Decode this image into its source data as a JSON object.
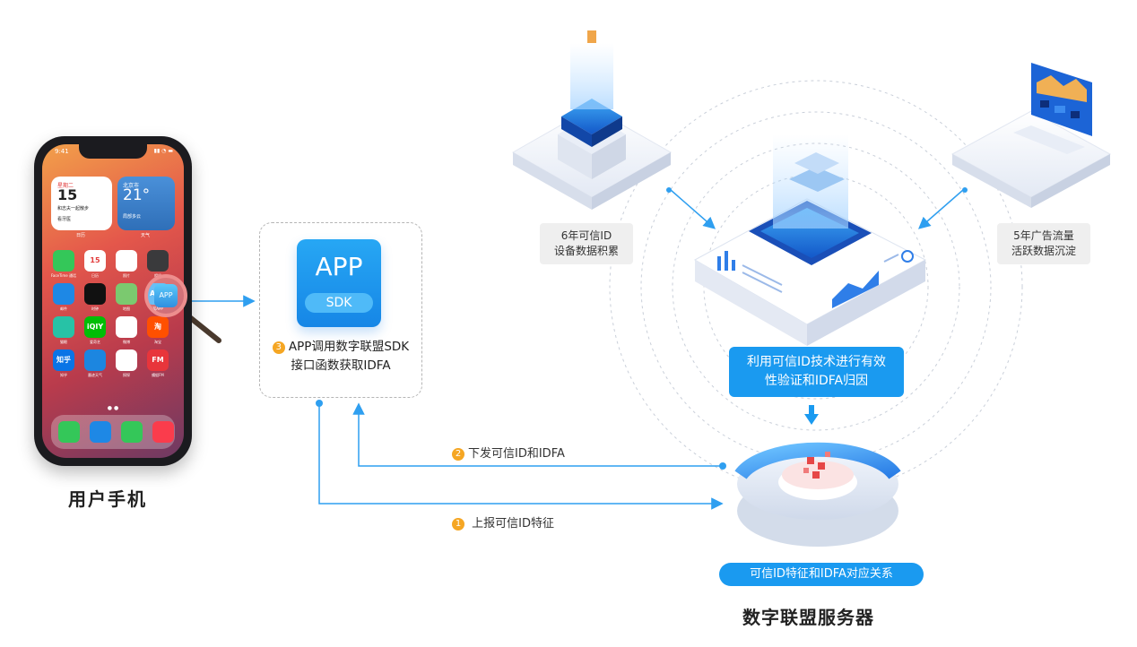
{
  "phone": {
    "status_time": "9:41",
    "calendar_widget": {
      "weekday": "星期二",
      "date": "15",
      "event_1": "和志夫一起散步",
      "event_2": "看牙医",
      "label": "日历"
    },
    "weather_widget": {
      "city": "北京市",
      "temperature": "21°",
      "desc": "局部多云",
      "label": "天气"
    },
    "apps": [
      {
        "glyph": "",
        "label": "FaceTime 通话",
        "color": "#34c759"
      },
      {
        "glyph": "15",
        "label": "日历",
        "color": "#ffffff"
      },
      {
        "glyph": "",
        "label": "照片",
        "color": "#ffffff"
      },
      {
        "glyph": "",
        "label": "相机",
        "color": "#3a3a3c"
      },
      {
        "glyph": "",
        "label": "邮件",
        "color": "#1e88e5"
      },
      {
        "glyph": "",
        "label": "时钟",
        "color": "#111111"
      },
      {
        "glyph": "",
        "label": "地图",
        "color": "#7bc96f"
      },
      {
        "glyph": "APP",
        "label": "某APP",
        "color": "#3aa8f0"
      },
      {
        "glyph": "",
        "label": "猫眼",
        "color": "#27c2a6"
      },
      {
        "glyph": "iQIY",
        "label": "爱奇艺",
        "color": "#00be06"
      },
      {
        "glyph": "",
        "label": "微博",
        "color": "#ffffff"
      },
      {
        "glyph": "淘",
        "label": "淘宝",
        "color": "#ff5000"
      },
      {
        "glyph": "知乎",
        "label": "知乎",
        "color": "#0a74e6"
      },
      {
        "glyph": "",
        "label": "墨迹天气",
        "color": "#1c86e0"
      },
      {
        "glyph": "",
        "label": "探探",
        "color": "#ffffff"
      },
      {
        "glyph": "FM",
        "label": "蜻蜓FM",
        "color": "#e8353b"
      }
    ],
    "dock": [
      {
        "glyph": "",
        "color": "#34c759"
      },
      {
        "glyph": "",
        "color": "#1e88e5"
      },
      {
        "glyph": "",
        "color": "#34c759"
      },
      {
        "glyph": "",
        "color": "#fa3c4c"
      }
    ],
    "magnified_app": "APP",
    "caption": "用户手机"
  },
  "sdk": {
    "app_title": "APP",
    "sdk_label": "SDK",
    "step_number": "3",
    "caption_line1": "APP调用数字联盟SDK",
    "caption_line2": "接口函数获取IDFA"
  },
  "flows": [
    {
      "number": "2",
      "label": "下发可信ID和IDFA"
    },
    {
      "number": "1",
      "label": "上报可信ID特征"
    }
  ],
  "server": {
    "left_card_line1": "6年可信ID",
    "left_card_line2": "设备数据积累",
    "right_card_line1": "5年广告流量",
    "right_card_line2": "活跃数据沉淀",
    "banner_line1": "利用可信ID技术进行有效",
    "banner_line2": "性验证和IDFA归因",
    "relation_pill": "可信ID特征和IDFA对应关系",
    "caption": "数字联盟服务器"
  },
  "colors": {
    "accent_blue": "#1a9af0",
    "line_blue": "#2f9ff0",
    "badge_orange": "#f5a623",
    "platform_white": "#f4f6fb"
  }
}
